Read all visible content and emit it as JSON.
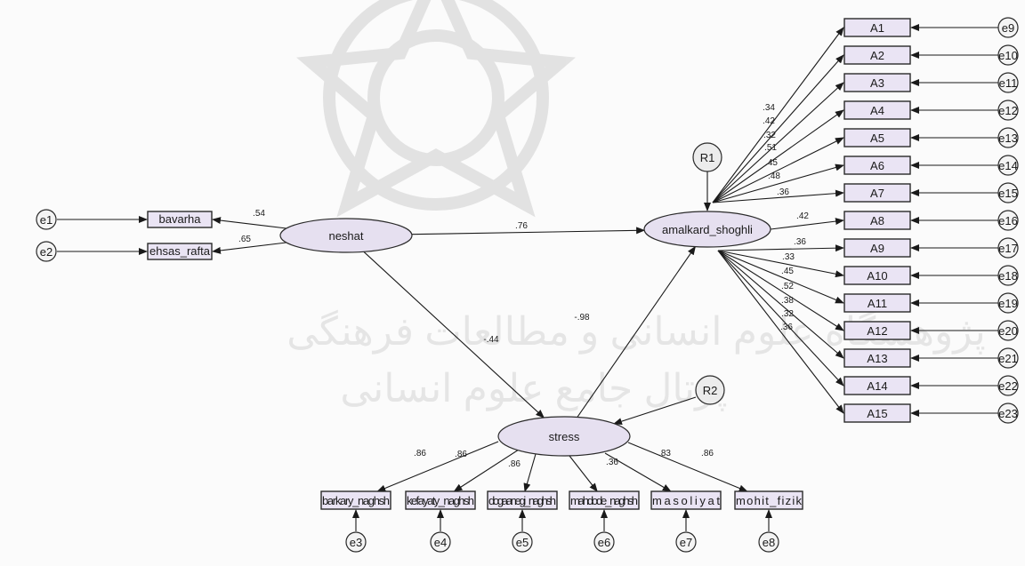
{
  "caption": "",
  "watermark": {
    "line1": "پژوهشگاه علوم انسانی و مطالعات فرهنگی",
    "line2": "پرتال جامع علوم انسانی"
  },
  "colors": {
    "latent_fill": "#e6e0f0",
    "observed_fill": "#eae4f4",
    "error_fill": "#f4f4f4",
    "line": "#1a1a1a"
  },
  "latent": {
    "neshat": "neshat",
    "amalkard": "amalkard_shoghli",
    "stress": "stress"
  },
  "residuals": {
    "r1": "R1",
    "r2": "R2"
  },
  "neshat_indicators": [
    {
      "name": "bavarha",
      "error": "e1",
      "loading": ".54"
    },
    {
      "name": "ehsas_rafta",
      "error": "e2",
      "loading": ".65"
    }
  ],
  "stress_indicators": [
    {
      "name": "barkary_naghsh",
      "error": "e3",
      "loading": ".86"
    },
    {
      "name": "kefayaty_naghsh",
      "error": "e4",
      "loading": ".86"
    },
    {
      "name": "dogaanegi_naghsh",
      "error": "e5",
      "loading": ".86"
    },
    {
      "name": "mahdode_naghsh",
      "error": "e6",
      "loading": ".36"
    },
    {
      "name": "masoliyat",
      "error": "e7",
      "loading": ".83"
    },
    {
      "name": "mohit_fizik",
      "error": "e8",
      "loading": ".86"
    }
  ],
  "amalkard_indicators": [
    {
      "name": "A1",
      "error": "e9",
      "loading": ".34"
    },
    {
      "name": "A2",
      "error": "e10",
      "loading": ".42"
    },
    {
      "name": "A3",
      "error": "e11",
      "loading": ".32"
    },
    {
      "name": "A4",
      "error": "e12",
      "loading": ".51"
    },
    {
      "name": "A5",
      "error": "e13",
      "loading": ".45"
    },
    {
      "name": "A6",
      "error": "e14",
      "loading": ".48"
    },
    {
      "name": "A7",
      "error": "e15",
      "loading": ".36"
    },
    {
      "name": "A8",
      "error": "e16",
      "loading": ".42"
    },
    {
      "name": "A9",
      "error": "e17",
      "loading": ".36"
    },
    {
      "name": "A10",
      "error": "e18",
      "loading": ".33"
    },
    {
      "name": "A11",
      "error": "e19",
      "loading": ".45"
    },
    {
      "name": "A12",
      "error": "e20",
      "loading": ".52"
    },
    {
      "name": "A13",
      "error": "e21",
      "loading": ".38"
    },
    {
      "name": "A14",
      "error": "e22",
      "loading": ".32"
    },
    {
      "name": "A15",
      "error": "e23",
      "loading": ".36"
    }
  ],
  "structural_paths": [
    {
      "from": "neshat",
      "to": "amalkard_shoghli",
      "coef": ".76"
    },
    {
      "from": "neshat",
      "to": "stress",
      "coef": "-.44"
    },
    {
      "from": "stress",
      "to": "amalkard_shoghli",
      "coef": "-.98"
    }
  ]
}
